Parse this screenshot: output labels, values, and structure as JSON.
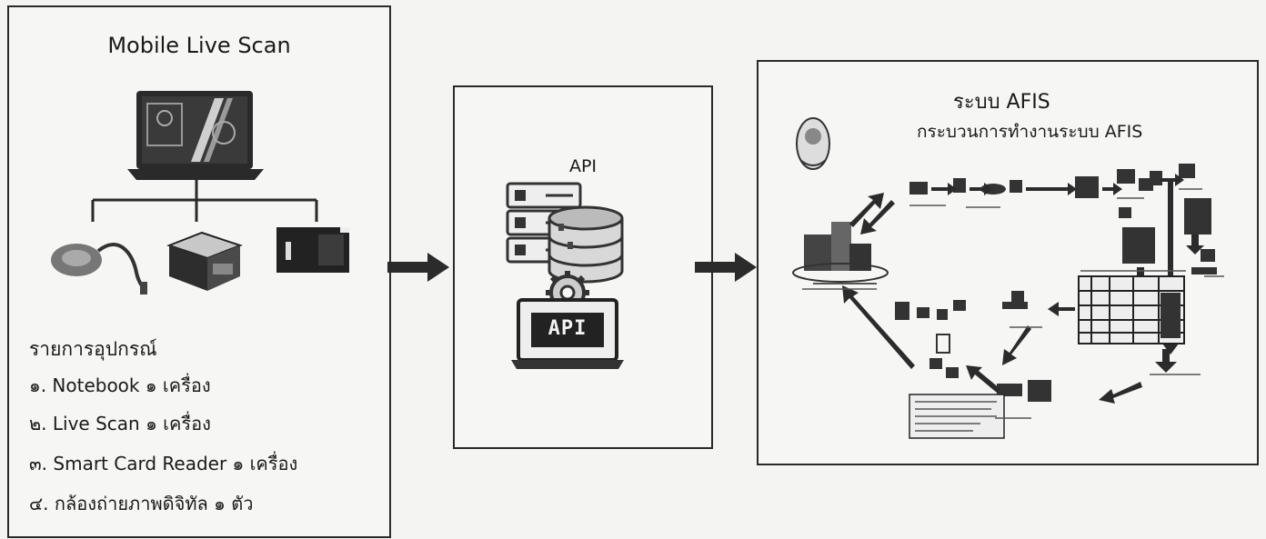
{
  "mobile_panel": {
    "title": "Mobile Live Scan",
    "equipment_heading": "รายการอุปกรณ์",
    "equipment_items": [
      "๑. Notebook ๑ เครื่อง",
      "๒. Live Scan ๑ เครื่อง",
      "๓. Smart Card Reader ๑ เครื่อง",
      "๔. กล้องถ่ายภาพดิจิทัล ๑ ตัว"
    ],
    "devices": [
      "notebook-icon",
      "fingerprint-scanner-icon",
      "camera-icon",
      "card-reader-icon"
    ]
  },
  "api_panel": {
    "label": "API",
    "screen_text": "API",
    "icons": [
      "server-rack-icon",
      "database-icon",
      "gear-icon",
      "monitor-icon"
    ]
  },
  "afis_panel": {
    "title": "ระบบ AFIS",
    "subtitle": "กระบวนการทำงานระบบ AFIS"
  },
  "colors": {
    "ink": "#1a1a1a",
    "background": "#f4f4f2",
    "arrow": "#2b2b2b"
  }
}
